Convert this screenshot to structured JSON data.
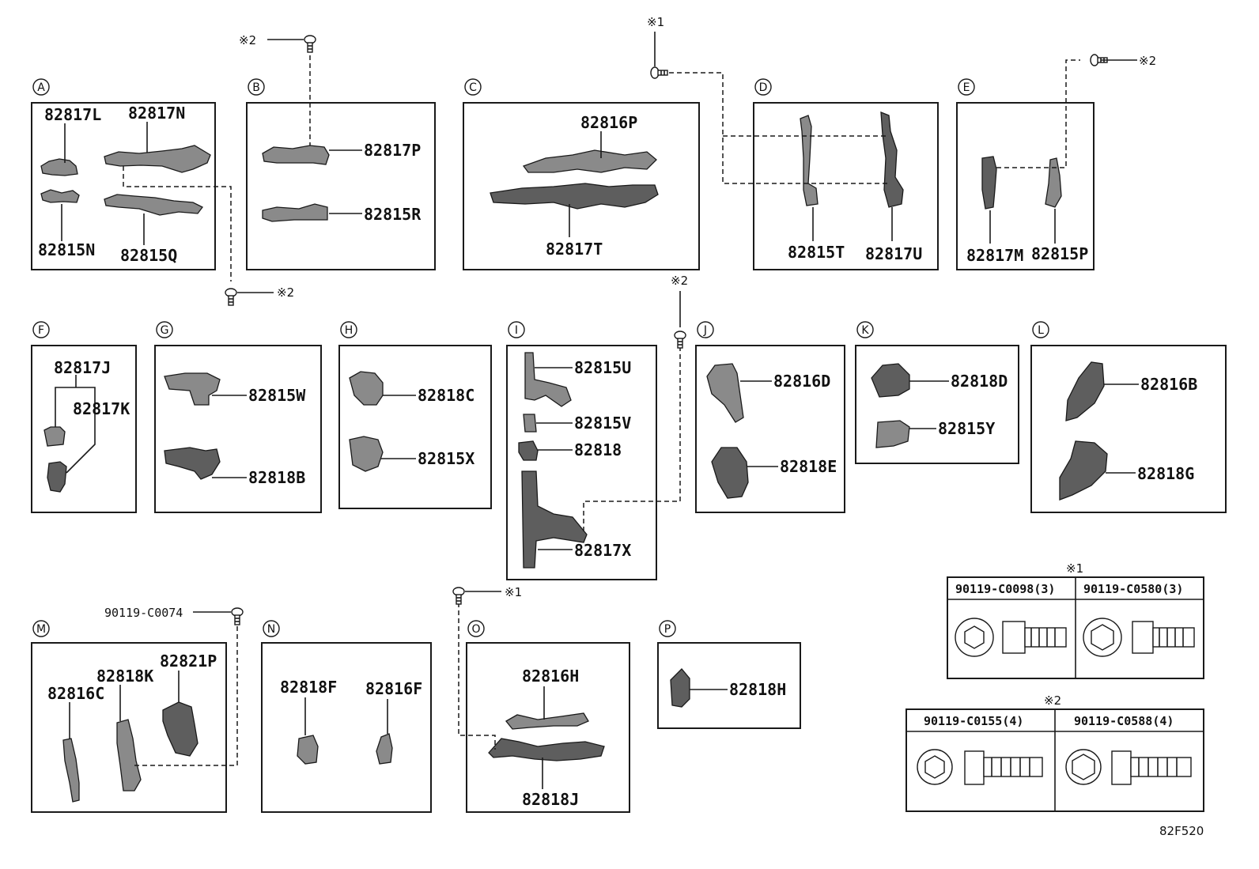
{
  "groups": {
    "A": {
      "letter": "A",
      "parts": [
        "82817L",
        "82817N",
        "82815N",
        "82815Q"
      ]
    },
    "B": {
      "letter": "B",
      "parts": [
        "82817P",
        "82815R"
      ]
    },
    "C": {
      "letter": "C",
      "parts": [
        "82816P",
        "82817T"
      ]
    },
    "D": {
      "letter": "D",
      "parts": [
        "82815T",
        "82817U"
      ]
    },
    "E": {
      "letter": "E",
      "parts": [
        "82817M",
        "82815P"
      ]
    },
    "F": {
      "letter": "F",
      "parts": [
        "82817J",
        "82817K"
      ]
    },
    "G": {
      "letter": "G",
      "parts": [
        "82815W",
        "82818B"
      ]
    },
    "H": {
      "letter": "H",
      "parts": [
        "82818C",
        "82815X"
      ]
    },
    "I": {
      "letter": "I",
      "parts": [
        "82815U",
        "82815V",
        "82818",
        "82817X"
      ]
    },
    "J": {
      "letter": "J",
      "parts": [
        "82816D",
        "82818E"
      ]
    },
    "K": {
      "letter": "K",
      "parts": [
        "82818D",
        "82815Y"
      ]
    },
    "L": {
      "letter": "L",
      "parts": [
        "82816B",
        "82818G"
      ]
    },
    "M": {
      "letter": "M",
      "parts": [
        "82816C",
        "82818K",
        "82821P"
      ]
    },
    "N": {
      "letter": "N",
      "parts": [
        "82818F",
        "82816F"
      ]
    },
    "O": {
      "letter": "O",
      "parts": [
        "82816H",
        "82818J"
      ]
    },
    "P": {
      "letter": "P",
      "parts": [
        "82818H"
      ]
    }
  },
  "bolt_refs": {
    "ref1": "※1",
    "ref2": "※2"
  },
  "standalone_bolt": "90119-C0074",
  "bolt_tables": {
    "ref1": {
      "title": "※1",
      "items": [
        "90119-C0098(3)",
        "90119-C0580(3)"
      ]
    },
    "ref2": {
      "title": "※2",
      "items": [
        "90119-C0155(4)",
        "90119-C0588(4)"
      ]
    }
  },
  "diagram_code": "82F520"
}
